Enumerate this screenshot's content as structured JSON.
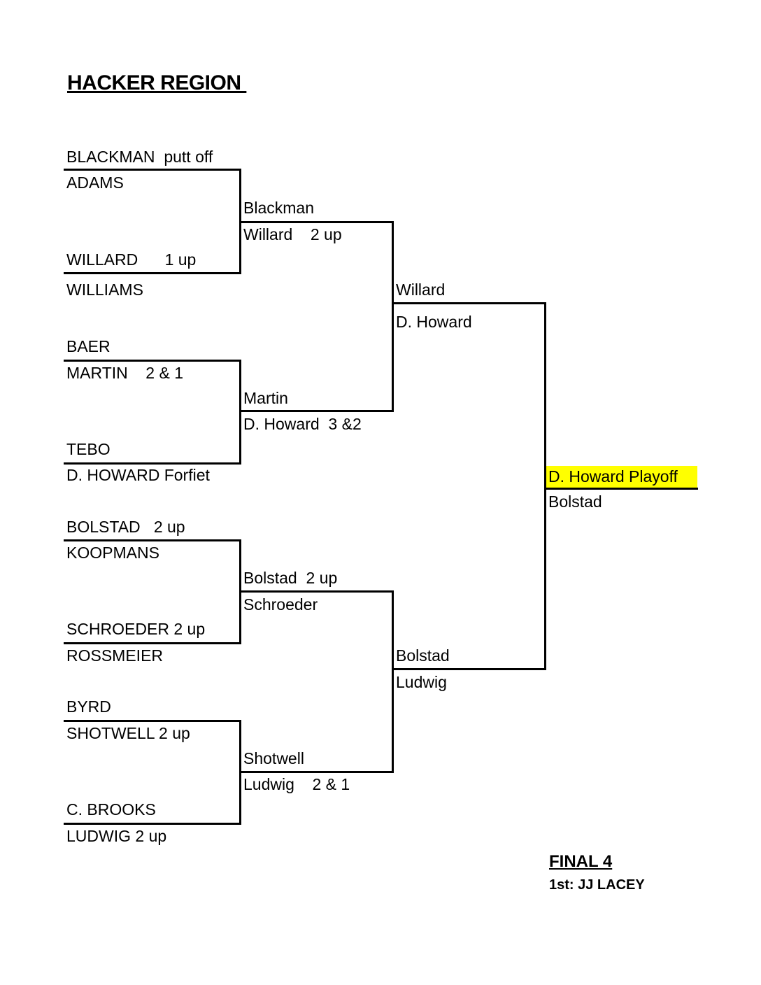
{
  "title": "HACKER REGION ",
  "round1": [
    "BLACKMAN  putt off",
    "ADAMS",
    "WILLARD      1 up",
    "WILLIAMS",
    "BAER",
    "MARTIN    2 & 1",
    "TEBO",
    "D. HOWARD Forfiet",
    "BOLSTAD   2 up",
    "KOOPMANS",
    "SCHROEDER 2 up",
    "ROSSMEIER",
    "BYRD",
    "SHOTWELL 2 up",
    "C. BROOKS",
    "LUDWIG 2 up"
  ],
  "round2": [
    "Blackman",
    "Willard    2 up",
    "Martin",
    "D. Howard  3 &2",
    "Bolstad  2 up",
    "Schroeder",
    "Shotwell",
    "Ludwig    2 & 1"
  ],
  "round3": [
    "Willard",
    "D. Howard",
    "Bolstad",
    "Ludwig"
  ],
  "final": [
    "D. Howard Playoff",
    "Bolstad"
  ],
  "highlight_color": "#ffff00",
  "footer": {
    "final4": "FINAL 4",
    "first": "1st: JJ LACEY"
  }
}
